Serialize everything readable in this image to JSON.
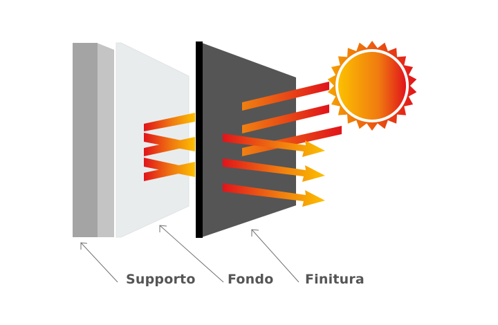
{
  "labels": {
    "support": "Supporto",
    "primer": "Fondo",
    "finish": "Finitura"
  },
  "colors": {
    "support_front": "#a4a4a4",
    "support_side": "#c4c4c4",
    "primer_panel": "#e9eced",
    "finish_panel": "#555555",
    "finish_edge": "#000000",
    "ray_red": "#e1141b",
    "ray_orange": "#f07a10",
    "ray_yellow": "#fcc000",
    "sun_rays": "#e8261c",
    "label_text": "#555555",
    "leader_line": "#6e6e6e"
  },
  "icons": {
    "sun": "sun-icon"
  }
}
